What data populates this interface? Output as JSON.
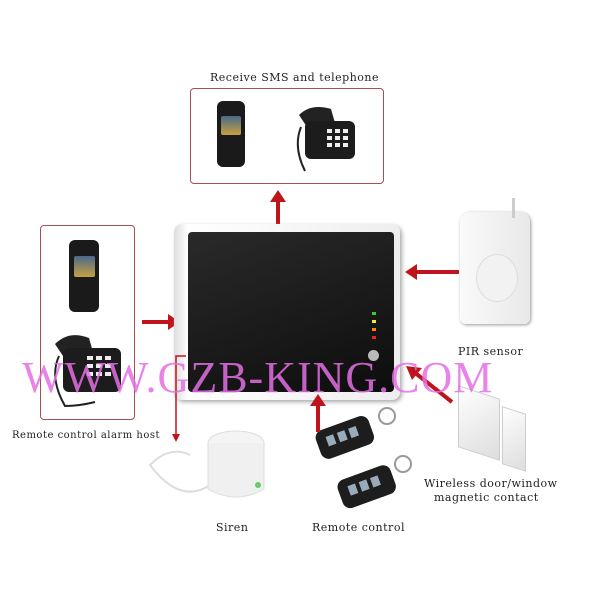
{
  "labels": {
    "receive": "Receive SMS and telephone",
    "pir": "PIR sensor",
    "host": "Remote control alarm host",
    "door_line1": "Wireless door/window",
    "door_line2": "magnetic contact",
    "siren": "Siren",
    "remote": "Remote control"
  },
  "watermark": "WWW.GZB-KING.COM",
  "colors": {
    "arrow": "#c0141c",
    "box_border": "#a85050",
    "watermark": "#e46fe4",
    "host_panel": "#111111"
  }
}
